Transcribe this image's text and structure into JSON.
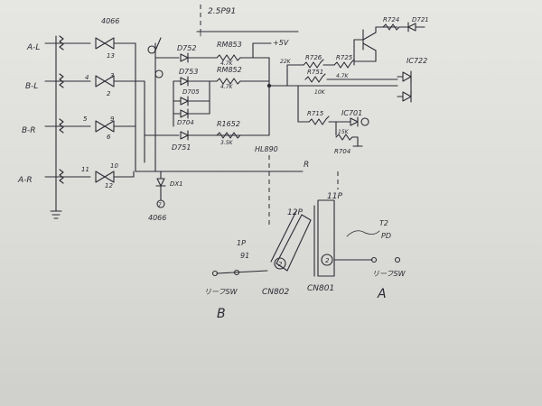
{
  "labels": {
    "top_center": "2.5P91",
    "channel_A_L": "A-L",
    "channel_B_L": "B-L",
    "channel_B_R": "B-R",
    "channel_A_R": "A-R",
    "ic_left": "4066",
    "ic_bottom": "4066",
    "pin_13": "13",
    "pin_4": "4",
    "pin_3": "3",
    "pin_2": "2",
    "pin_5": "5",
    "pin_6": "6",
    "pin_11": "11",
    "pin_10": "10",
    "pin_12": "12",
    "pin_9": "9",
    "bottom_pin": "7",
    "d752": "D752",
    "d753": "D753",
    "d705": "D705",
    "d704": "D704",
    "d751": "D751",
    "dx": "DX1",
    "r_top": "RM853",
    "r_mid": "RM852",
    "r_low": "R1652",
    "val_47k_a": "4.7K",
    "val_47k_b": "4.7K",
    "val_35k": "3.5K",
    "plus5v": "+5V",
    "r726": "R726",
    "r725": "R725",
    "r724": "R724",
    "d721": "D721",
    "r751": "R751",
    "val_10k": "10K",
    "val_47k_c": "4.7K",
    "val_22k": "22K",
    "ic722": "IC722",
    "r715": "R715",
    "ic701": "IC701",
    "val_15k": "15K",
    "r704": "R704",
    "r_bus": "R",
    "node_label": "HL890",
    "conn_12p": "12P",
    "conn_11p": "11P",
    "conn_sw_a_label": "T2",
    "conn_sw_a_sub": "PD",
    "conn_left_top": "1P",
    "conn_left_sub": "91",
    "cn802": "CN802",
    "cn801": "CN801",
    "sw_b": "リーフSW",
    "sw_a": "リーフSW",
    "letter_b": "B",
    "letter_a": "A",
    "pin_circle_left": "2",
    "pin_circle_right": "2"
  },
  "ink_color": "#2b2b34",
  "paper_color": "#dcdcd8"
}
